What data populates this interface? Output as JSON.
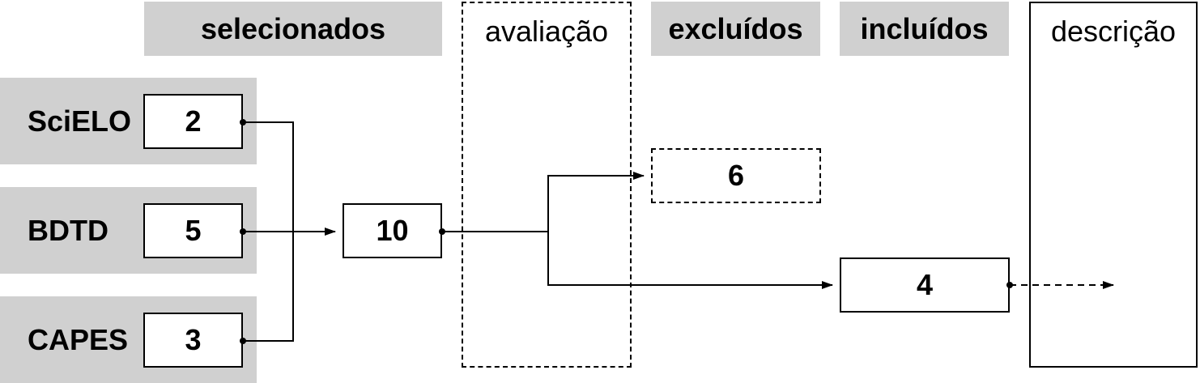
{
  "headers": {
    "selecionados": "selecionados",
    "avaliacao": "avaliação",
    "excluidos": "excluídos",
    "incluidos": "incluídos",
    "descricao": "descrição"
  },
  "sources": [
    {
      "name": "SciELO",
      "count": "2"
    },
    {
      "name": "BDTD",
      "count": "5"
    },
    {
      "name": "CAPES",
      "count": "3"
    }
  ],
  "selected_total": "10",
  "excluded_count": "6",
  "included_count": "4",
  "colors": {
    "header_fill": "#d0d0d0",
    "line": "#000000"
  }
}
